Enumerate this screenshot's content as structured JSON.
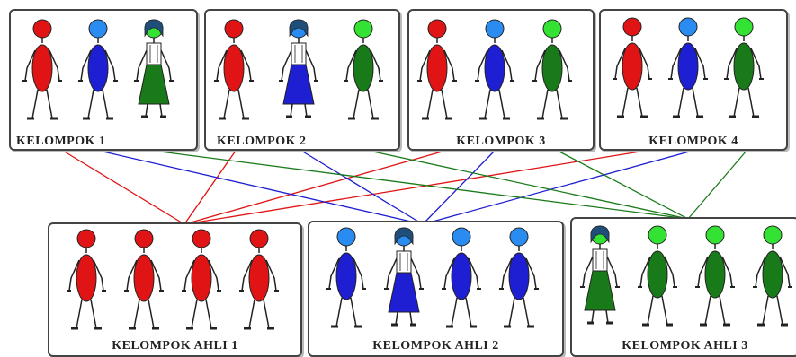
{
  "colors": {
    "red": "#e01414",
    "blue": "#1e1ed2",
    "green": "#197a19",
    "head_red": "#e01414",
    "head_blue": "#2a8cf0",
    "head_green": "#33e233",
    "hair": "#1f4e7a"
  },
  "groups": [
    {
      "label": "KELOMPOK 1",
      "members": [
        "red",
        "blue",
        "girl-green"
      ]
    },
    {
      "label": "KELOMPOK 2",
      "members": [
        "red",
        "girl-blue",
        "green"
      ]
    },
    {
      "label": "KELOMPOK 3",
      "members": [
        "red",
        "blue",
        "green"
      ]
    },
    {
      "label": "KELOMPOK 4",
      "members": [
        "red",
        "blue",
        "green"
      ]
    }
  ],
  "expert_groups": [
    {
      "label": "KELOMPOK AHLI 1",
      "members": [
        "red",
        "red",
        "red",
        "red"
      ]
    },
    {
      "label": "KELOMPOK AHLI 2",
      "members": [
        "blue",
        "girl-blue",
        "blue",
        "blue"
      ]
    },
    {
      "label": "KELOMPOK AHLI 3",
      "members": [
        "girl-green",
        "green",
        "green",
        "green"
      ]
    }
  ],
  "connections": [
    {
      "from": 0,
      "to": 0,
      "color": "red"
    },
    {
      "from": 1,
      "to": 0,
      "color": "red"
    },
    {
      "from": 2,
      "to": 0,
      "color": "red"
    },
    {
      "from": 3,
      "to": 0,
      "color": "red"
    },
    {
      "from": 0,
      "to": 1,
      "color": "blue"
    },
    {
      "from": 1,
      "to": 1,
      "color": "blue"
    },
    {
      "from": 2,
      "to": 1,
      "color": "blue"
    },
    {
      "from": 3,
      "to": 1,
      "color": "blue"
    },
    {
      "from": 0,
      "to": 2,
      "color": "green"
    },
    {
      "from": 1,
      "to": 2,
      "color": "green"
    },
    {
      "from": 2,
      "to": 2,
      "color": "green"
    },
    {
      "from": 3,
      "to": 2,
      "color": "green"
    }
  ]
}
